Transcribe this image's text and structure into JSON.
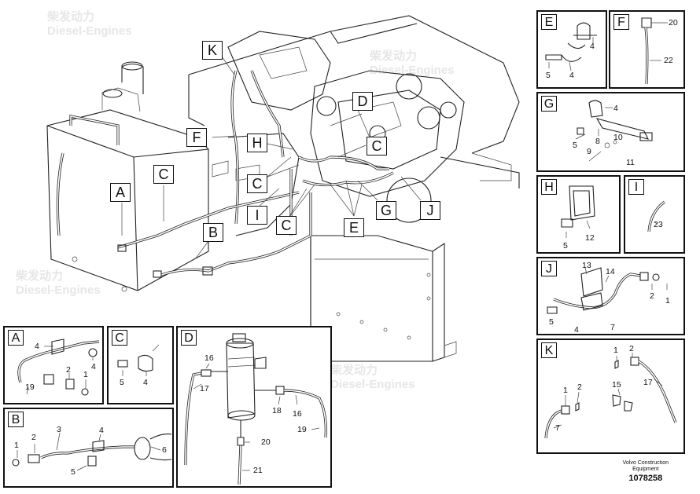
{
  "watermark": {
    "brand_cn": "柴发动力",
    "brand_en": "Diesel-Engines"
  },
  "main_callouts": [
    {
      "id": "K",
      "label": "K"
    },
    {
      "id": "F",
      "label": "F"
    },
    {
      "id": "H",
      "label": "H"
    },
    {
      "id": "D",
      "label": "D"
    },
    {
      "id": "C1",
      "label": "C"
    },
    {
      "id": "C2",
      "label": "C"
    },
    {
      "id": "C3",
      "label": "C"
    },
    {
      "id": "C4",
      "label": "C"
    },
    {
      "id": "I",
      "label": "I"
    },
    {
      "id": "A",
      "label": "A"
    },
    {
      "id": "B",
      "label": "B"
    },
    {
      "id": "E",
      "label": "E"
    },
    {
      "id": "G",
      "label": "G"
    },
    {
      "id": "J",
      "label": "J"
    }
  ],
  "detail_boxes": {
    "E": {
      "letter": "E",
      "numbers": [
        "4",
        "5",
        "4"
      ]
    },
    "F": {
      "letter": "F",
      "numbers": [
        "20",
        "22"
      ]
    },
    "G": {
      "letter": "G",
      "numbers": [
        "4",
        "8",
        "5",
        "9",
        "10",
        "11"
      ]
    },
    "H": {
      "letter": "H",
      "numbers": [
        "12",
        "5"
      ]
    },
    "I": {
      "letter": "I",
      "numbers": [
        "23"
      ]
    },
    "J": {
      "letter": "J",
      "numbers": [
        "13",
        "14",
        "2",
        "1",
        "5",
        "4",
        "7"
      ]
    },
    "K": {
      "letter": "K",
      "numbers": [
        "1",
        "2",
        "17",
        "1",
        "2",
        "15",
        "7"
      ]
    },
    "A": {
      "letter": "A",
      "numbers": [
        "4",
        "4",
        "2",
        "1",
        "19"
      ]
    },
    "C": {
      "letter": "C",
      "numbers": [
        "5",
        "4"
      ]
    },
    "D": {
      "letter": "D",
      "numbers": [
        "16",
        "17",
        "18",
        "16",
        "19",
        "20",
        "21"
      ]
    },
    "B": {
      "letter": "B",
      "numbers": [
        "2",
        "3",
        "4",
        "1",
        "5",
        "6"
      ]
    }
  },
  "footer": {
    "line1": "Volvo Construction",
    "line2": "Equipment",
    "drawing_id": "1078258"
  }
}
